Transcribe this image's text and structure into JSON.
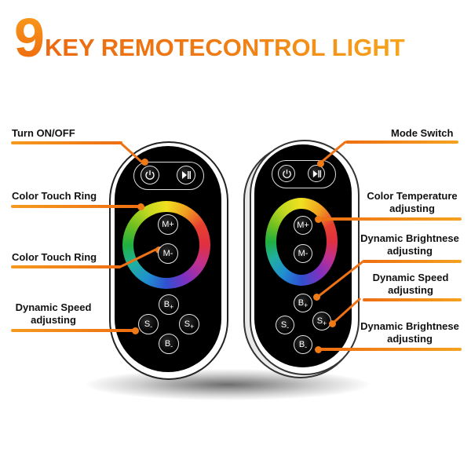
{
  "title": {
    "number": "9",
    "text": "KEY REMOTECONTROL LIGHT"
  },
  "colors": {
    "accent_orange": "#f07a16",
    "title_orange_start": "#ec6a12",
    "title_orange_end": "#f6a51e",
    "remote_body": "#000000",
    "label_text": "#111111"
  },
  "left_labels": [
    {
      "text": "Turn ON/OFF"
    },
    {
      "text": "Color Touch Ring"
    },
    {
      "text": "Color Touch Ring"
    },
    {
      "line1": "Dynamic Speed",
      "line2": "adjusting"
    }
  ],
  "right_labels": [
    {
      "text": "Mode Switch"
    },
    {
      "line1": "Color Temperature",
      "line2": "adjusting"
    },
    {
      "line1": "Dynamic Brightnese",
      "line2": "adjusting"
    },
    {
      "line1": "Dynamic Speed",
      "line2": "adjusting"
    },
    {
      "line1": "Dynamic Brightnese",
      "line2": "adjusting"
    }
  ],
  "remote_buttons": {
    "power": "power-icon",
    "mode": "play-pause-icon",
    "m_plus": "M+",
    "m_minus": "M-",
    "b_plus": {
      "main": "B",
      "sub": "+"
    },
    "b_minus": {
      "main": "B",
      "sub": "-"
    },
    "s_plus": {
      "main": "S",
      "sub": "+"
    },
    "s_minus": {
      "main": "S",
      "sub": "-"
    }
  }
}
